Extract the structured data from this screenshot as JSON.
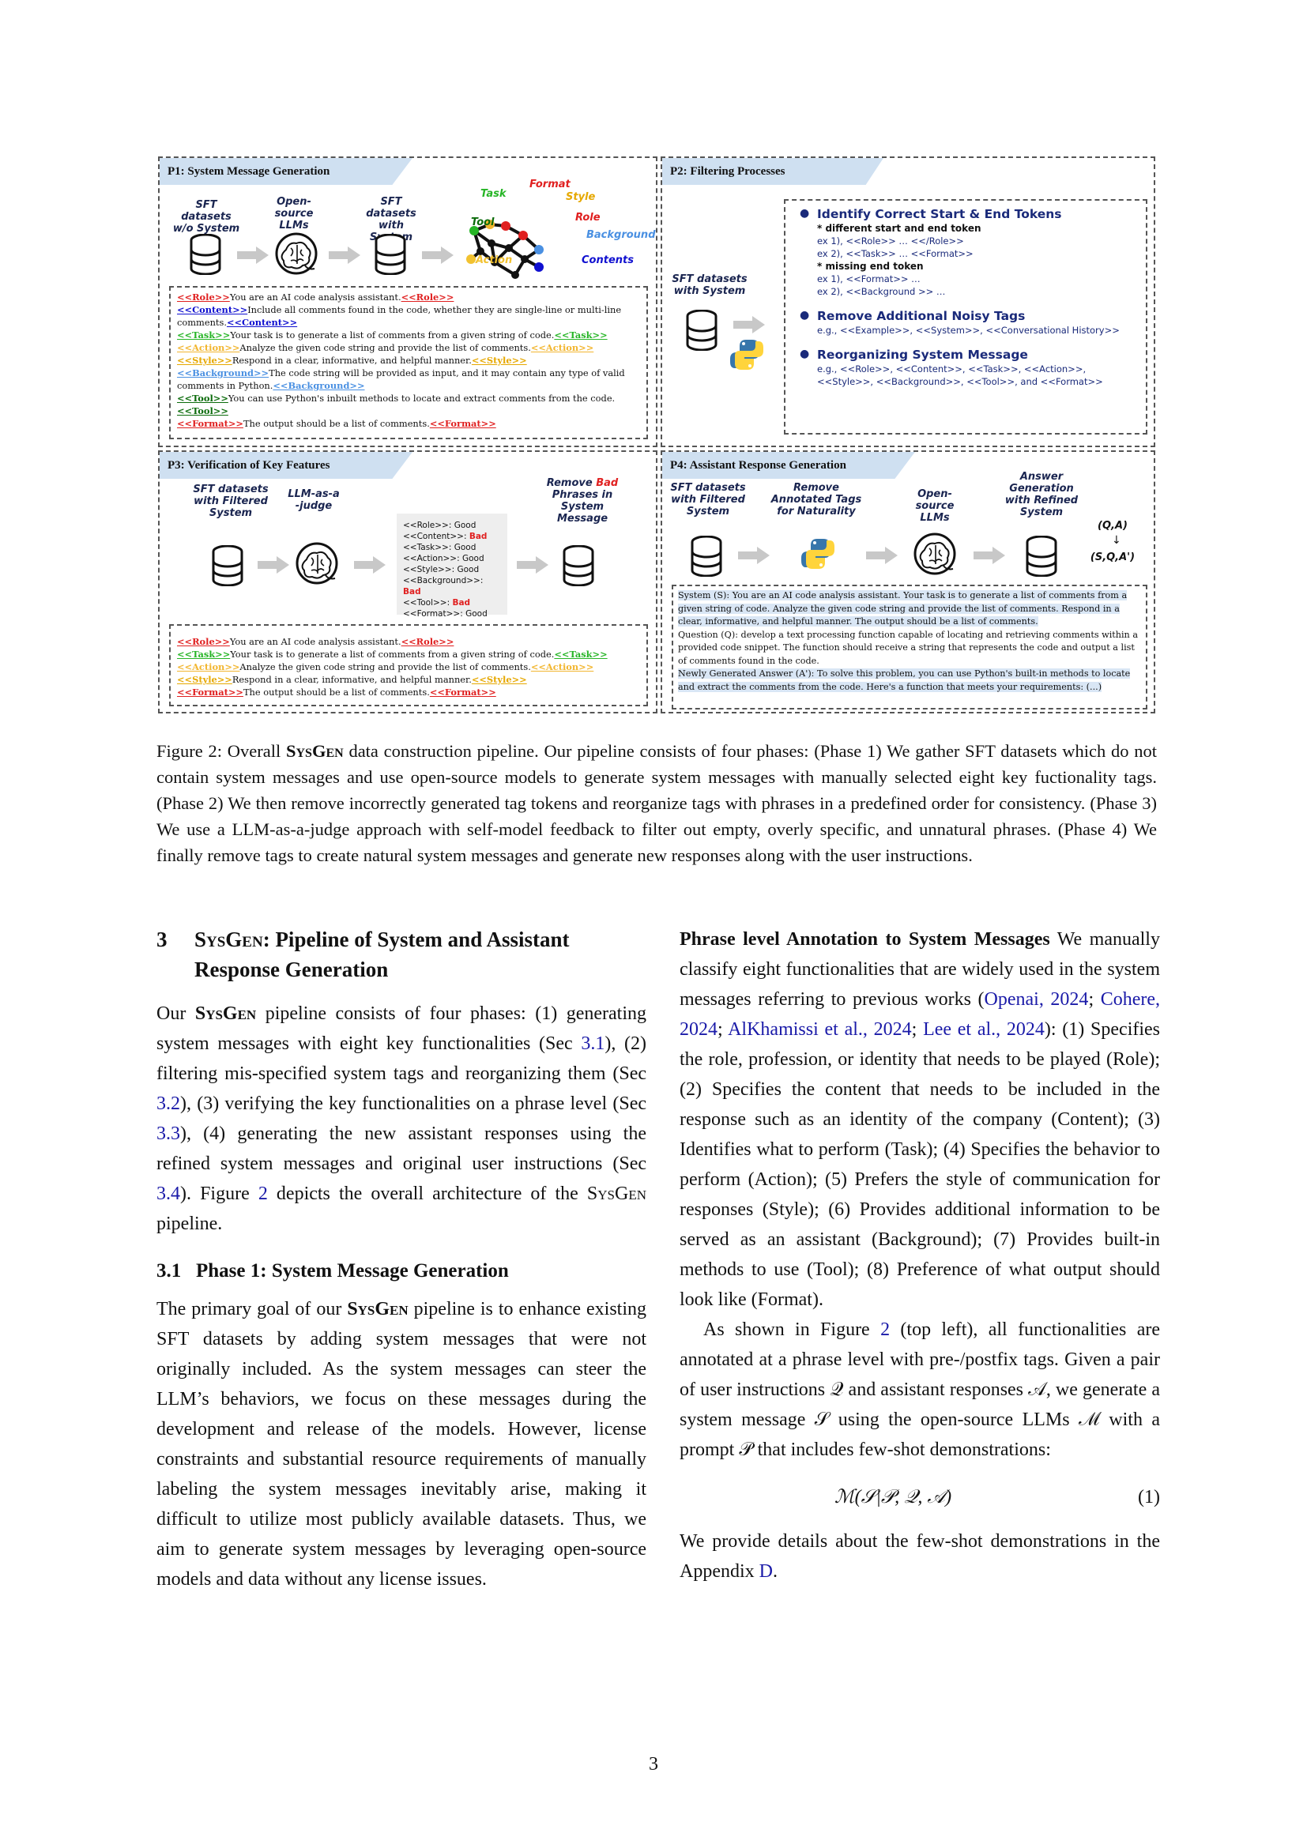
{
  "figure": {
    "p1": {
      "banner": "P1: System Message Generation",
      "labels": [
        "SFT datasets w/o System",
        "Open-source LLMs",
        "SFT datasets with System"
      ],
      "net_labels": {
        "task": "Task",
        "format": "Format",
        "style": "Style",
        "tool": "Tool",
        "role": "Role",
        "background": "Background",
        "action": "Action",
        "contents": "Contents"
      },
      "lines": [
        {
          "tag": "<<Role>>",
          "text": "You are an AI code analysis assistant.",
          "close": "<<Role>>"
        },
        {
          "tag": "<<Content>>",
          "text": "Include all comments found in the code, whether they are single-line or multi-line comments.",
          "close": "<<Content>>"
        },
        {
          "tag": "<<Task>>",
          "text": "Your task is to generate a list of comments from a given string of code.",
          "close": "<<Task>>"
        },
        {
          "tag": "<<Action>>",
          "text": "Analyze the given code string and provide the list of comments.",
          "close": "<<Action>>"
        },
        {
          "tag": "<<Style>>",
          "text": "Respond in a clear, informative, and helpful manner.",
          "close": "<<Style>>"
        },
        {
          "tag": "<<Background>>",
          "text": "The code string will be provided as input, and it may contain any type of valid comments in Python.",
          "close": "<<Background>>"
        },
        {
          "tag": "<<Tool>>",
          "text": "You can use Python's inbuilt methods to locate and extract comments from the code.",
          "close": "<<Tool>>"
        },
        {
          "tag": "<<Format>>",
          "text": "The output should be a list of comments.",
          "close": "<<Format>>"
        }
      ]
    },
    "p2": {
      "banner": "P2: Filtering Processes",
      "label": "SFT datasets with System",
      "items": [
        {
          "title": "Identify Correct Start & End Tokens",
          "sub1": "* different start and end token",
          "ex1": "ex 1), <<Role>> … <</Role>>",
          "ex2": "ex 2), <<Task>> … <<Format>>",
          "sub2": "* missing end token",
          "ex3": "ex 1), <<Format>> …",
          "ex4": "ex 2), <<Background >> …"
        },
        {
          "title": "Remove Additional Noisy Tags",
          "desc": "e.g., <<Example>>, <<System>>, <<Conversational History>>"
        },
        {
          "title": "Reorganizing System Message",
          "desc": "e.g., <<Role>>, <<Content>>, <<Task>>, <<Action>>, <<Style>>, <<Background>>, <<Tool>>, and <<Format>>"
        }
      ]
    },
    "p3": {
      "banner": "P3: Verification of Key Features",
      "labels": [
        "SFT datasets with Filtered System",
        "LLM-as-a -judge"
      ],
      "remove_label_a": "Remove",
      "remove_label_bad": "Bad",
      "remove_label_b": "Phrases in System Message",
      "judge": [
        {
          "k": "<<Role>>: ",
          "v": "Good",
          "bad": false
        },
        {
          "k": "<<Content>>: ",
          "v": "Bad",
          "bad": true
        },
        {
          "k": "<<Task>>: ",
          "v": "Good",
          "bad": false
        },
        {
          "k": "<<Action>>: ",
          "v": "Good",
          "bad": false
        },
        {
          "k": "<<Style>>: ",
          "v": "Good",
          "bad": false
        },
        {
          "k": "<<Background>>: ",
          "v": "Bad",
          "bad": true
        },
        {
          "k": "<<Tool>>: ",
          "v": "Bad",
          "bad": true
        },
        {
          "k": "<<Format>>: ",
          "v": "Good",
          "bad": false
        }
      ],
      "lines": [
        {
          "tag": "<<Role>>",
          "text": "You are an AI code analysis assistant.",
          "close": "<<Role>>"
        },
        {
          "tag": "<<Task>>",
          "text": "Your task is to generate a list of comments from a given string of code.",
          "close": "<<Task>>"
        },
        {
          "tag": "<<Action>>",
          "text": "Analyze the given code string and provide the list of comments.",
          "close": "<<Action>>"
        },
        {
          "tag": "<<Style>>",
          "text": "Respond in a clear, informative, and helpful manner.",
          "close": "<<Style>>"
        },
        {
          "tag": "<<Format>>",
          "text": "The output should be a list of comments.",
          "close": "<<Format>>"
        }
      ]
    },
    "p4": {
      "banner": "P4: Assistant Response Generation",
      "labels": [
        "SFT datasets with Filtered System",
        "Remove Annotated Tags for Naturality",
        "Open-source LLMs",
        "Answer Generation with Refined System"
      ],
      "qa": "(Q,A)",
      "sqa": "(S,Q,A')",
      "system": "System (S): You are an AI code analysis assistant. Your task is to generate a list of comments from a given string of code. Analyze the given code string and provide the list of comments. Respond in a clear, informative, and helpful manner. The output should be a list of comments.",
      "question": "Question (Q): develop a text processing function capable of locating and retrieving comments within a provided code snippet. The function should receive a string that represents the code and output a list of comments found in the code.",
      "answer": "Newly Generated Answer (A'): To solve this problem, you can use Python's built-in methods to locate and extract the comments from the code. Here's a function that meets your requirements: (...)"
    }
  },
  "caption": {
    "prefix": "Figure 2: Overall ",
    "name": "SysGen",
    "text": " data construction pipeline. Our pipeline consists of four phases: (Phase 1) We gather SFT datasets which do not contain system messages and use open-source models to generate system messages with manually selected eight key fuctionality tags. (Phase 2) We then remove incorrectly generated tag tokens and reorganize tags with phrases in a predefined order for consistency. (Phase 3) We use a LLM-as-a-judge approach with self-model feedback to filter out empty, overly specific, and unnatural phrases. (Phase 4) We finally remove tags to create natural system messages and generate new responses along with the user instructions."
  },
  "left": {
    "sec_num": "3",
    "sec_name": "SysGen",
    "sec_title": ": Pipeline of System and Assistant Response Generation",
    "p1": {
      "a": "Our ",
      "name": "SysGen",
      "b": " pipeline consists of four phases: (1) generating system messages with eight key functionalities (Sec ",
      "r1": "3.1",
      "c": "), (2) filtering mis-specified system tags and reorganizing them (Sec ",
      "r2": "3.2",
      "d": "), (3) verifying the key functionalities on a phrase level (Sec ",
      "r3": "3.3",
      "e": "), (4) generating the new assistant responses using the refined system messages and original user instructions (Sec ",
      "r4": "3.4",
      "f": "). Figure ",
      "r5": "2",
      "g": " depicts the overall architecture of the ",
      "name2": "SysGen",
      "h": " pipeline."
    },
    "sub_num": "3.1",
    "sub_title": "Phase 1: System Message Generation",
    "p2": {
      "a": "The primary goal of our ",
      "name": "SysGen",
      "b": " pipeline is to enhance existing SFT datasets by adding system messages that were not originally included.  As the system messages can steer the LLM’s behaviors, we focus on these messages during the development and release of the models.  However, license constraints and substantial resource requirements of manually labeling the system messages inevitably arise, making it difficult to utilize most publicly available datasets. Thus, we aim to generate system messages by leveraging open-source models and data without any license issues."
    }
  },
  "right": {
    "heading": "Phrase level Annotation to System Messages",
    "p1": {
      "a": "We manually classify eight functionalities that are widely used in the system messages referring to previous works (",
      "c1": "Openai, 2024",
      "s1": "; ",
      "c2": "Cohere, 2024",
      "s2": "; ",
      "c3": "AlKhamissi et al., 2024",
      "s3": "; ",
      "c4": "Lee et al., 2024",
      "b": "): (1) Specifies the role, profession, or identity that needs to be played (Role); (2) Specifies the content that needs to be included in the response such as an identity of the company (Content); (3) Identifies what to perform (Task); (4) Specifies the behavior to perform (Action); (5) Prefers the style of communication for responses (Style); (6) Provides additional information to be served as an assistant (Background); (7) Provides built-in methods to use (Tool); (8) Preference of what output should look like (Format)."
    },
    "p2": {
      "a": "As shown in Figure ",
      "r": "2",
      "b": " (top left), all functionalities are annotated at a phrase level with pre-/postfix tags.  Given a pair of user instructions 𝒬 and assistant responses 𝒜, we generate a system message 𝒮 using the open-source LLMs ℳ with a prompt 𝒫 that includes few-shot demonstrations:"
    },
    "equation": "ℳ(𝒮|𝒫, 𝒬, 𝒜)",
    "eq_num": "(1)",
    "p3": {
      "a": "We provide details about the few-shot demonstrations in the Appendix ",
      "r": "D",
      "b": "."
    }
  },
  "page_number": "3",
  "colors": {
    "role": "#e02020",
    "content": "#1010d0",
    "task": "#26b526",
    "action": "#f2b630",
    "background": "#4a90e2",
    "tool": "#0b6b0b",
    "link": "#1a1aa8",
    "banner": "#cfe0f1"
  }
}
